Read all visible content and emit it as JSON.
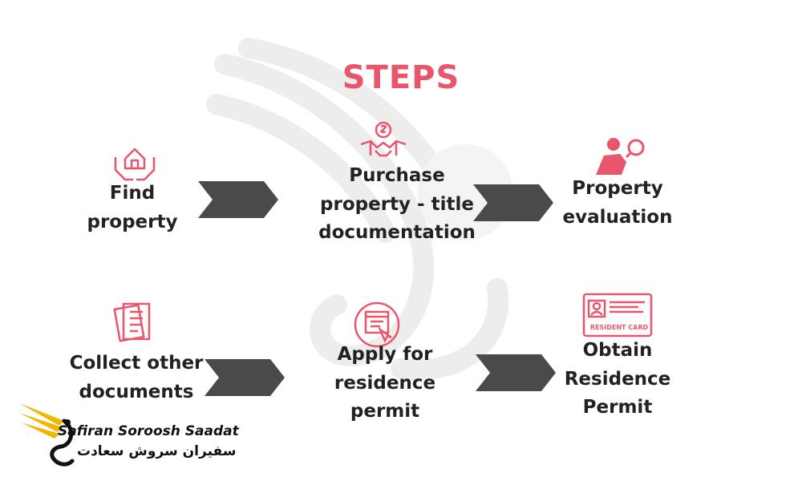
{
  "title": "STEPS",
  "colors": {
    "accent": "#e8566c",
    "arrow": "#4a4a4a",
    "text": "#222222",
    "logo_gold": "#f2b705"
  },
  "steps": [
    {
      "label": "Find\nproperty",
      "icon": "hands-house-icon"
    },
    {
      "label": "Purchase\nproperty - title\ndocumentation",
      "icon": "handshake-dollar-icon"
    },
    {
      "label": "Property\nevaluation",
      "icon": "person-magnifier-icon"
    },
    {
      "label": "Collect other\ndocuments",
      "icon": "documents-icon"
    },
    {
      "label": "Apply for\nresidence\npermit",
      "icon": "application-click-icon"
    },
    {
      "label": "Obtain\nResidence\nPermit",
      "icon": "resident-card-icon"
    }
  ],
  "card_text": "RESIDENT CARD",
  "logo": {
    "name_en": "Safiran Soroosh Saadat",
    "name_fa": "سفیران سروش سعادت"
  }
}
